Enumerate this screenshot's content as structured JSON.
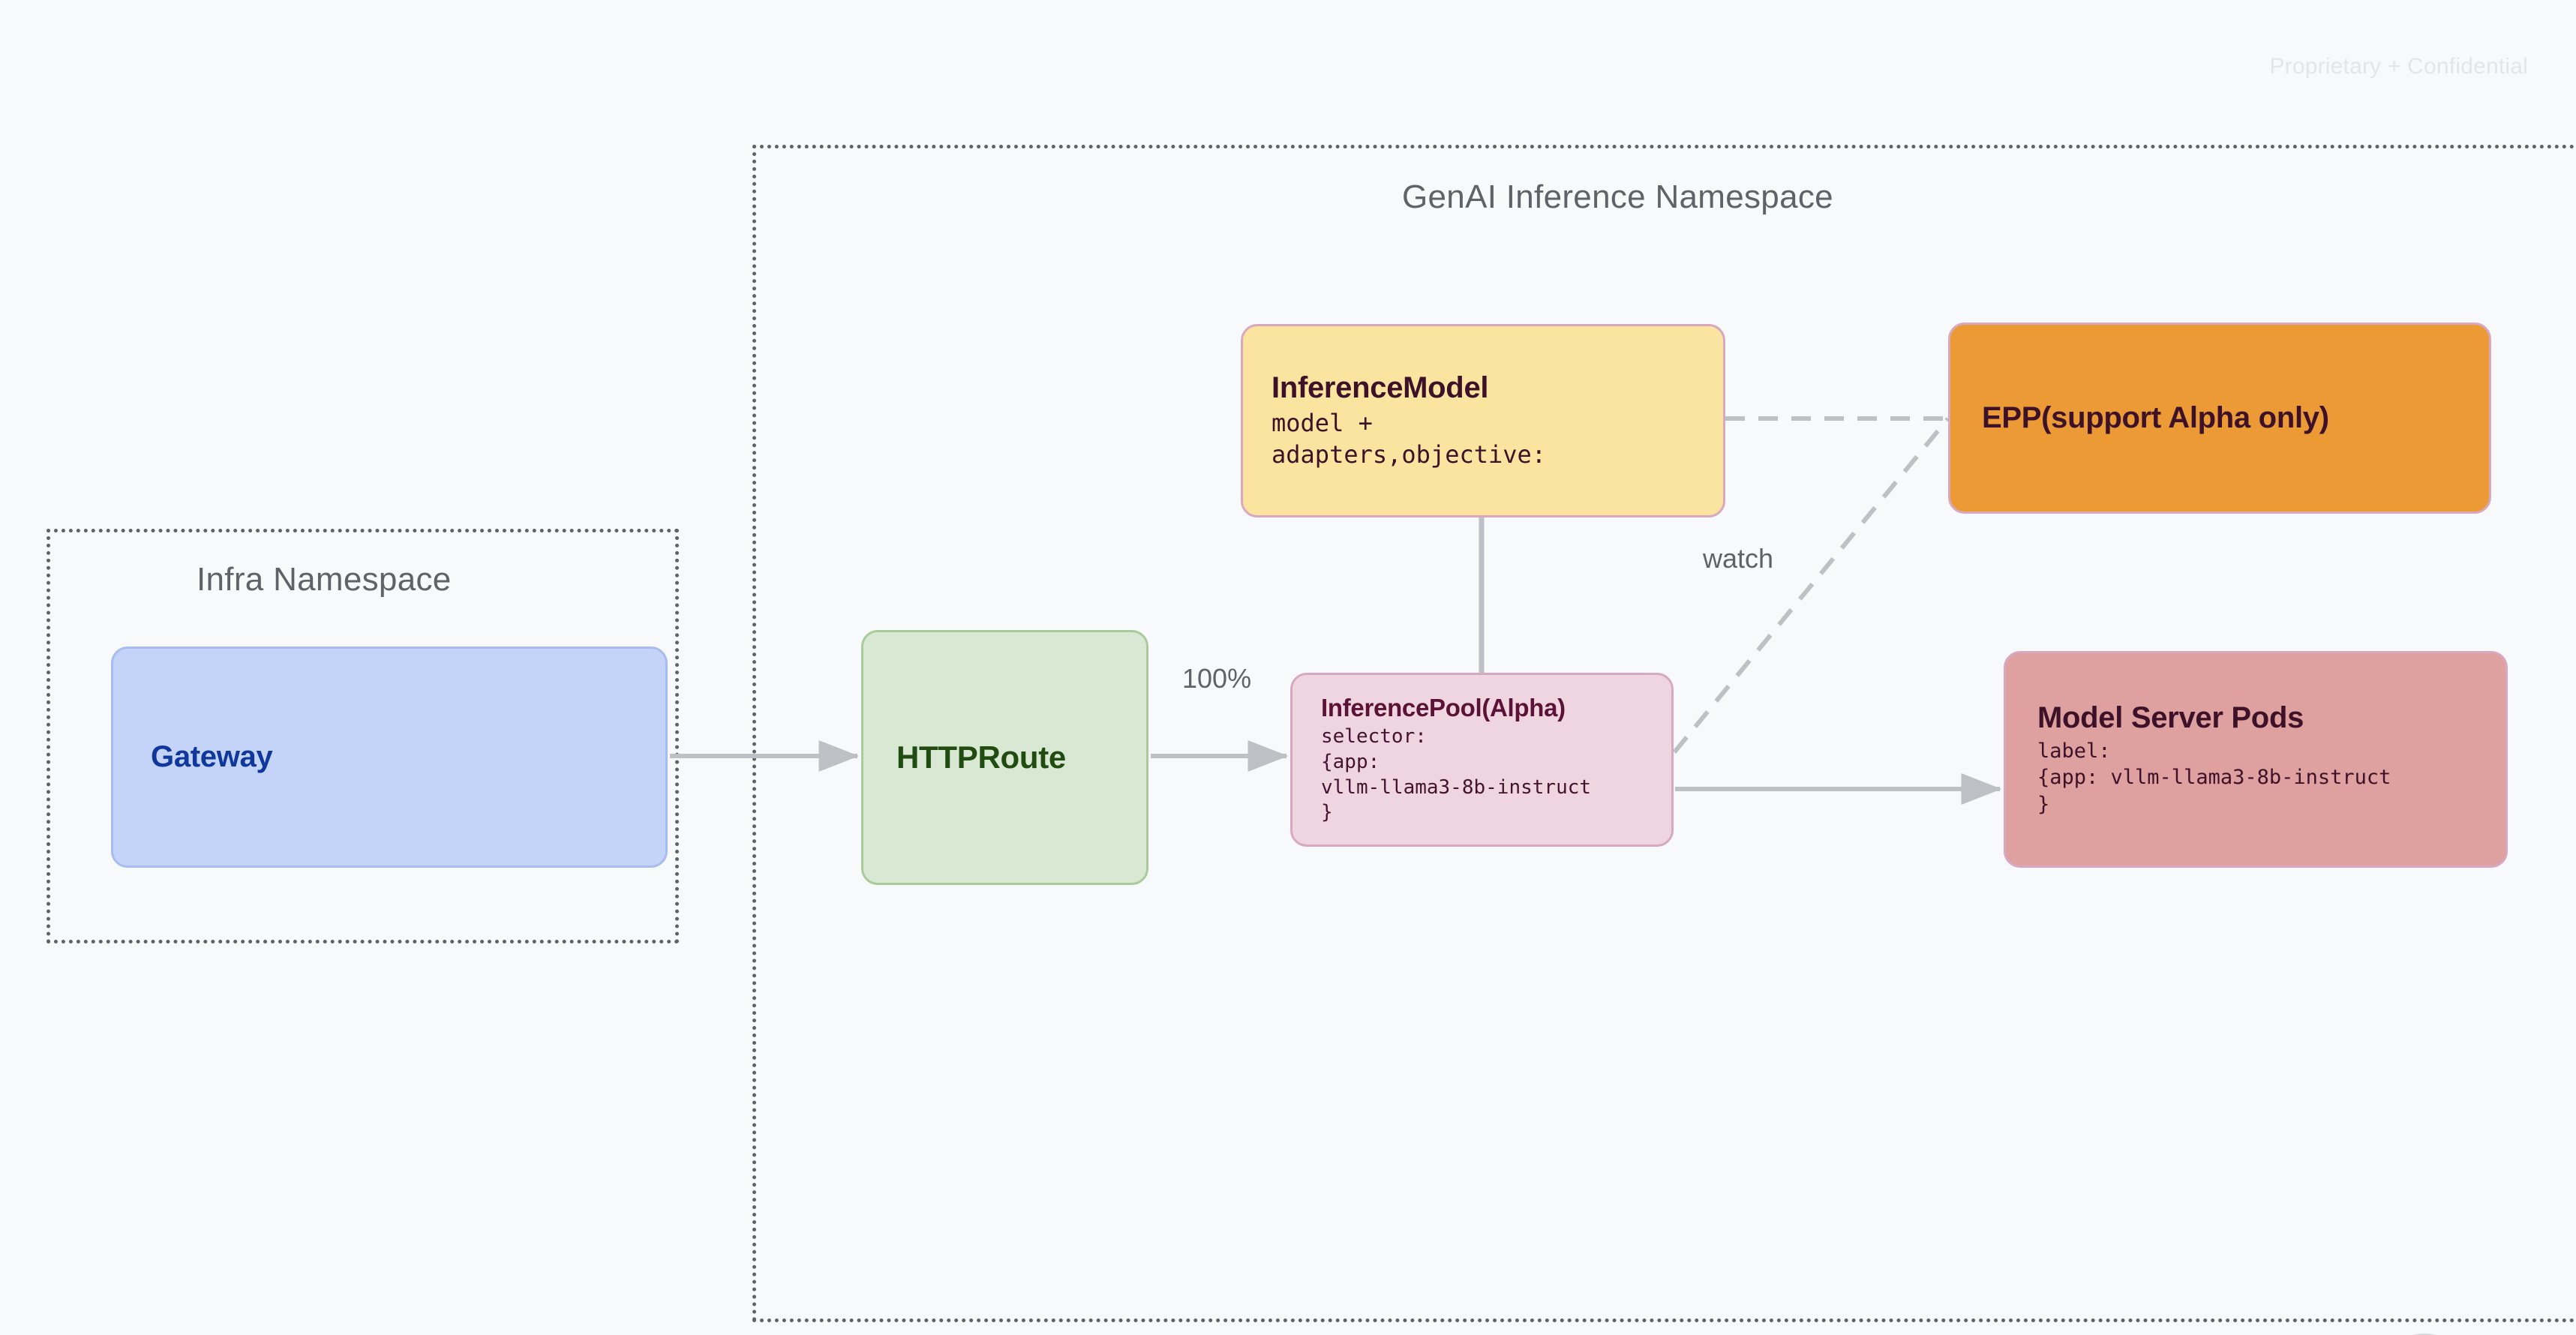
{
  "watermark": "Proprietary + Confidential",
  "namespaces": [
    {
      "id": "genai",
      "title": "GenAI Inference Namespace"
    },
    {
      "id": "infra",
      "title": "Infra Namespace"
    }
  ],
  "nodes": {
    "gateway": {
      "title": "Gateway",
      "fill": "#c4d4f8",
      "text_color": "#10389c"
    },
    "httproute": {
      "title": "HTTPRoute",
      "fill": "#d9e8d2",
      "text_color": "#214c11"
    },
    "inference_model": {
      "title": "InferenceModel",
      "body": "model +\nadapters,objective:",
      "fill": "#fae4a0",
      "text_color": "#3d1229"
    },
    "inference_pool": {
      "title": "InferencePool(Alpha)",
      "body": "selector:\n{app:\nvllm-llama3-8b-instruct\n}",
      "fill": "#eed5e0",
      "text_color": "#5b1236"
    },
    "epp": {
      "title": "EPP(support Alpha only)",
      "fill": "#eb9a36",
      "text_color": "#3d1229"
    },
    "model_server_pods": {
      "title": "Model Server Pods",
      "body": "label:\n{app: vllm-llama3-8b-instruct\n}",
      "fill": "#dfa0a0",
      "text_color": "#3d1229"
    }
  },
  "edges": {
    "gateway_to_httproute": {
      "label": "",
      "style": "solid-arrow"
    },
    "httproute_to_pool": {
      "label": "100%",
      "style": "solid-arrow"
    },
    "model_to_pool": {
      "label": "",
      "style": "solid-line"
    },
    "model_to_epp": {
      "label": "",
      "style": "dashed"
    },
    "pool_to_epp": {
      "label": "watch",
      "style": "dashed"
    },
    "pool_to_pods": {
      "label": "",
      "style": "solid-arrow"
    }
  },
  "colors": {
    "background": "#f8f9fb",
    "namespace_border": "#5f6368",
    "edge": "#bdc1c6",
    "label_text": "#5f6368",
    "watermark_text": "#e3e5e8"
  }
}
